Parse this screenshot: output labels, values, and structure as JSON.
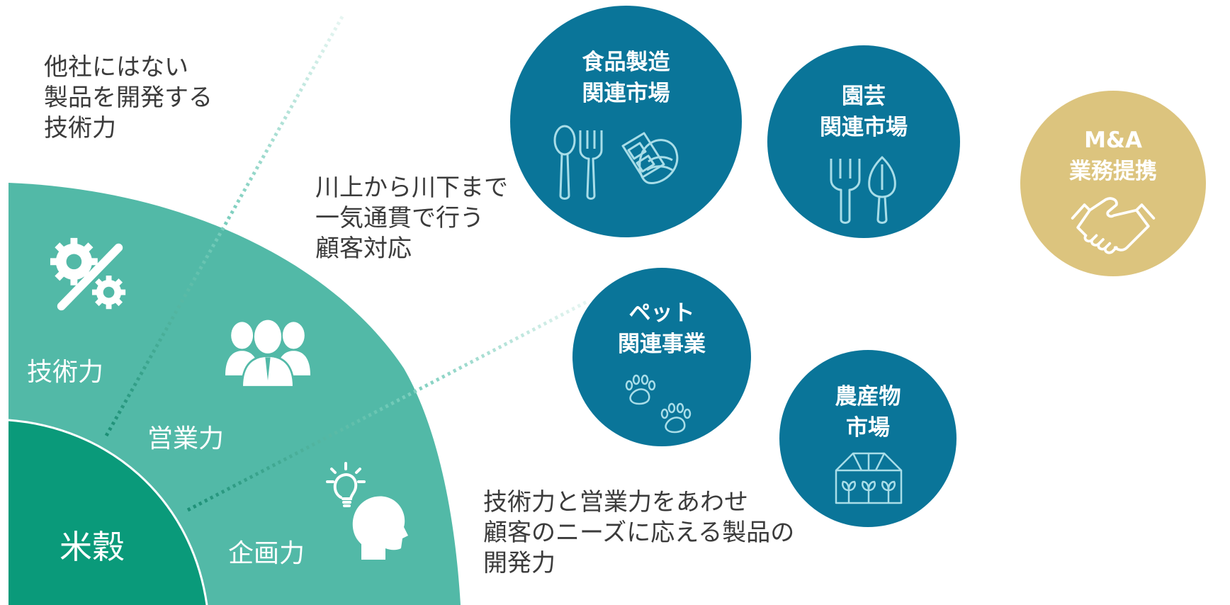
{
  "notes": {
    "technology": [
      "他社にはない",
      "製品を開発する",
      "技術力"
    ],
    "customer": [
      "川上から川下まで",
      "一気通貫で行う",
      "顧客対応"
    ],
    "planning": [
      "技術力と営業力をあわせ",
      "顧客のニーズに応える製品の",
      "開発力"
    ]
  },
  "sector": {
    "core_label": "米穀",
    "technology_label": "技術力",
    "sales_label": "営業力",
    "planning_label": "企画力"
  },
  "markets": {
    "food": [
      "食品製造",
      "関連市場"
    ],
    "garden": [
      "園芸",
      "関連市場"
    ],
    "pet": [
      "ペット",
      "関連事業"
    ],
    "agri": [
      "農産物",
      "市場"
    ],
    "ma": [
      "M&A",
      "業務提携"
    ]
  },
  "colors": {
    "sector_teal": "#52b9a7",
    "core_green": "#0a9a7a",
    "market_blue": "#0a7599",
    "ma_gold": "#dcc47e",
    "icon_line": "#a8dde8",
    "dot_line": "#2e9e86"
  },
  "icons": {
    "technology": "gears-wrench-icon",
    "sales": "people-group-icon",
    "planning": "head-lightbulb-icon",
    "food": "spoon-fork-chocolate-icon",
    "garden": "fork-trowel-icon",
    "pet": "paw-prints-icon",
    "agri": "greenhouse-icon",
    "ma": "handshake-icon"
  }
}
